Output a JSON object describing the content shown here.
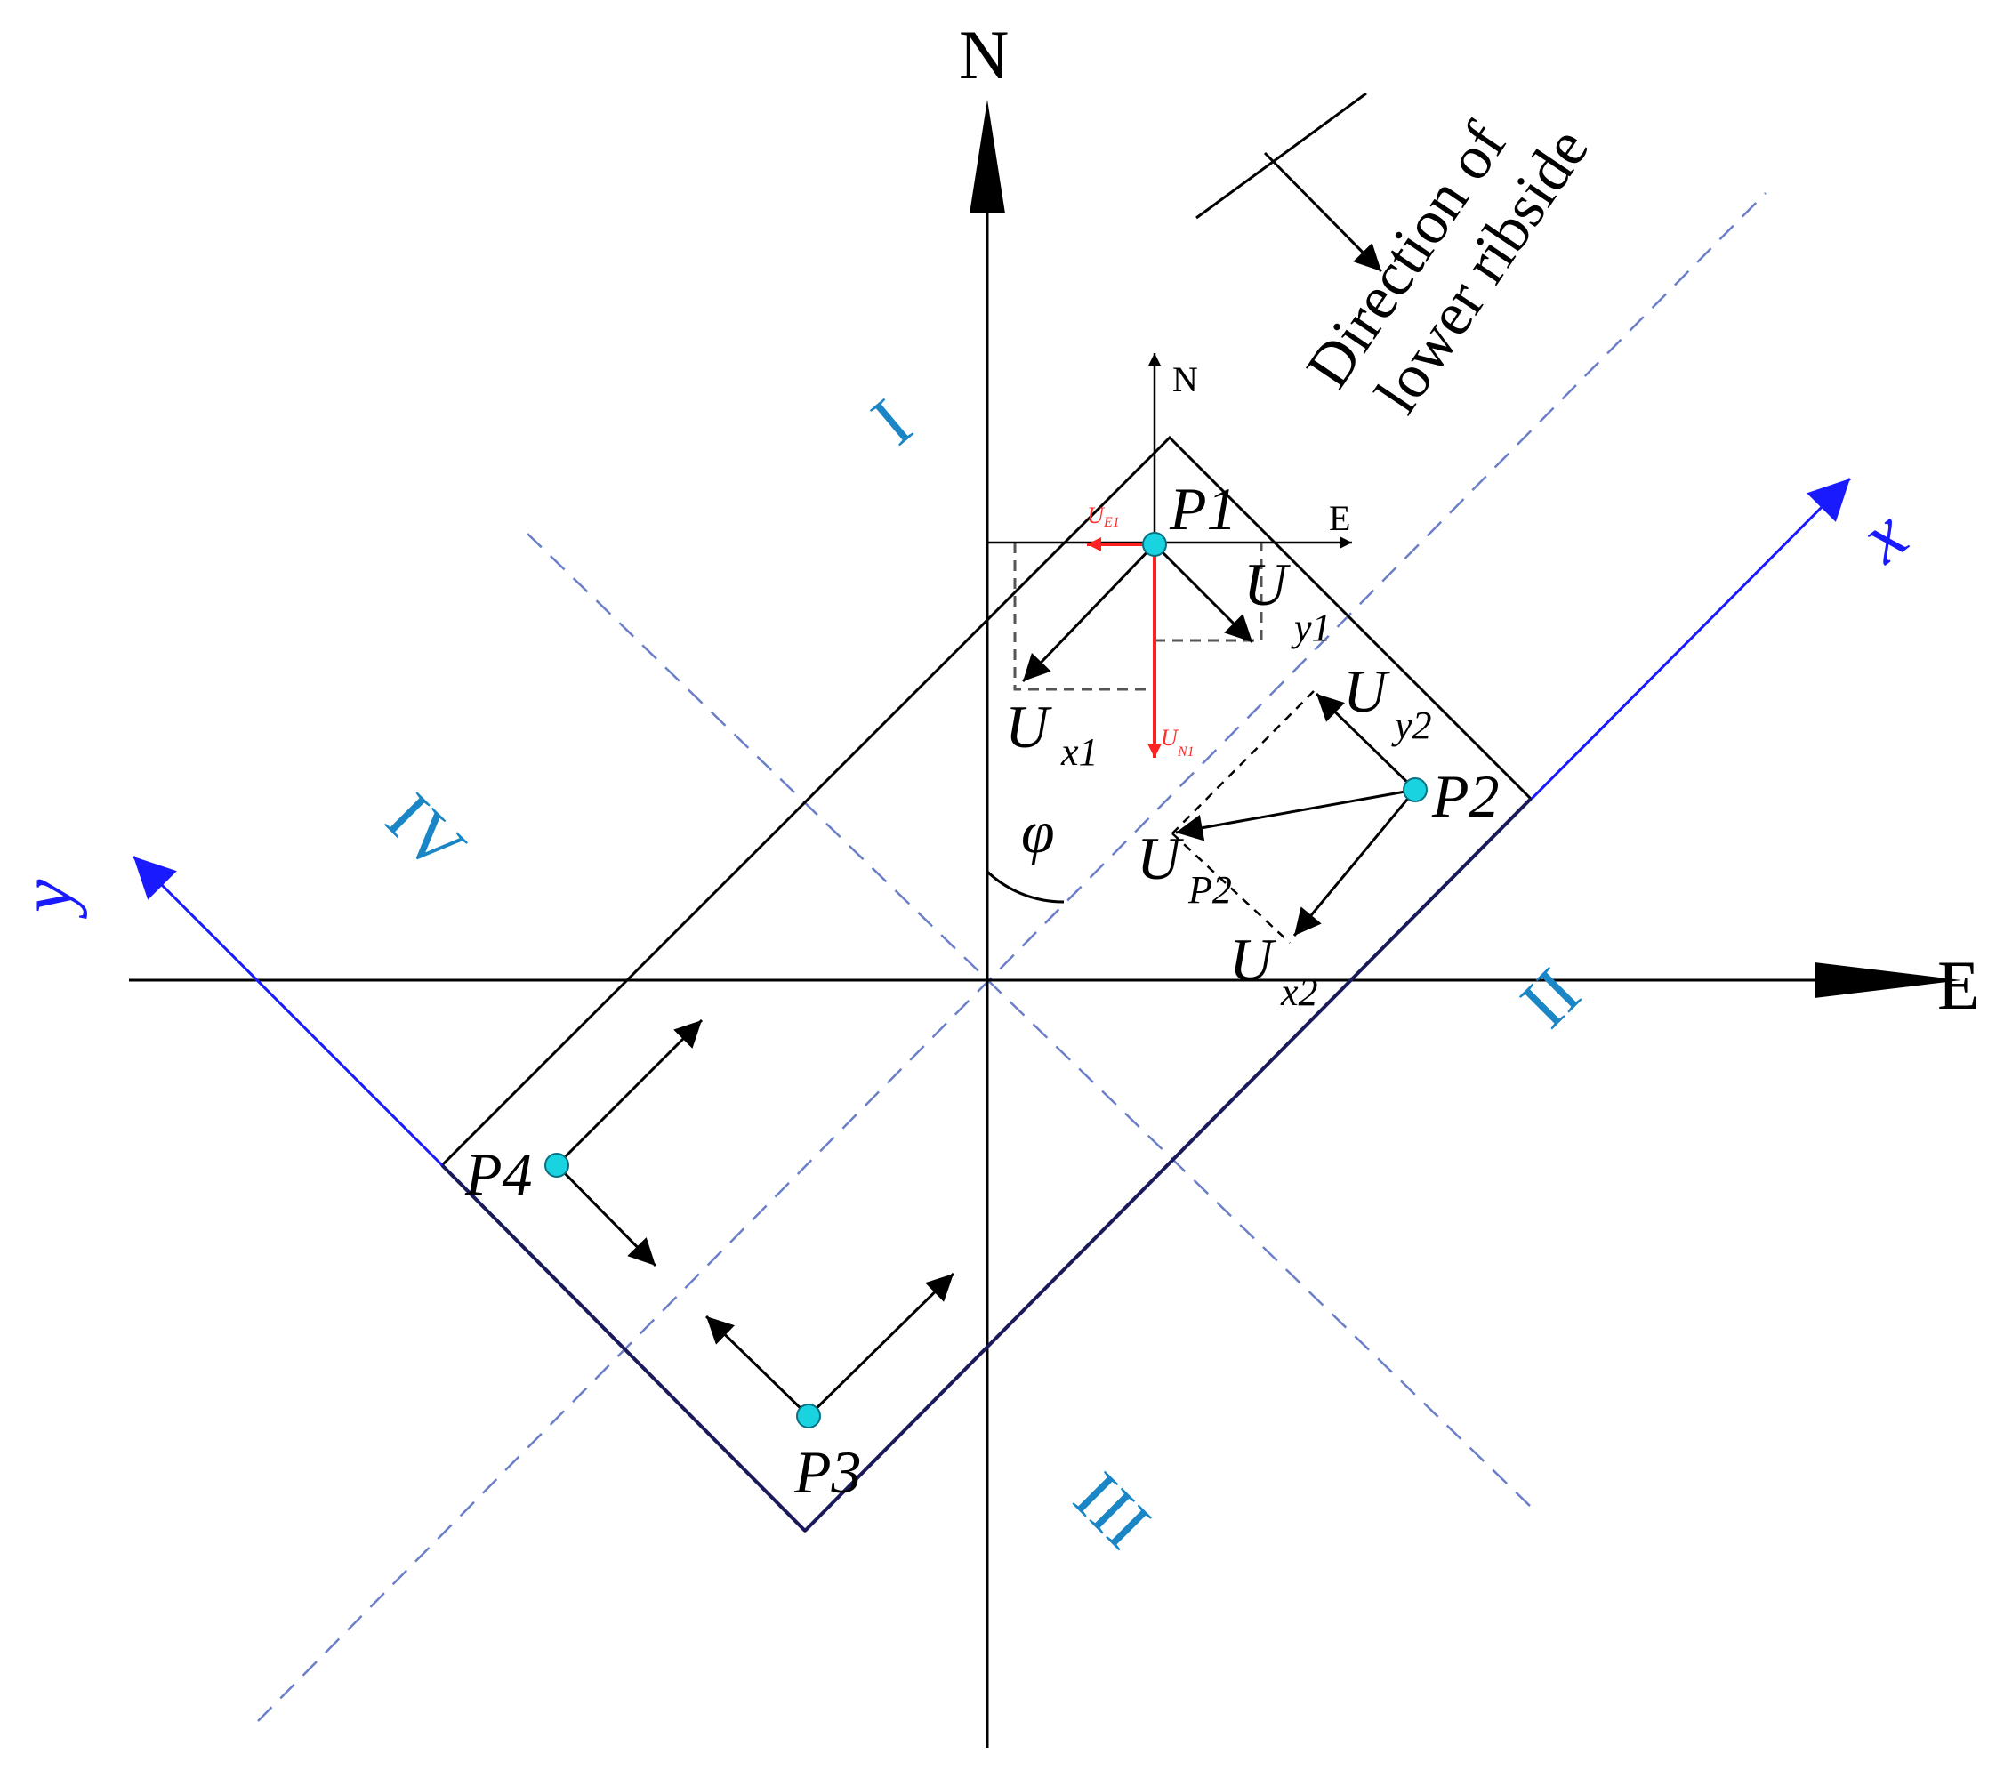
{
  "labels": {
    "north_main": "N",
    "east_main": "E",
    "north_local": "N",
    "east_local": "E",
    "x_axis": "x",
    "y_axis": "y",
    "phi": "φ",
    "direction_line1": "Direction of",
    "direction_line2": "lower ribside",
    "p1": "P1",
    "p2": "P2",
    "p3": "P3",
    "p4": "P4",
    "ue1_main": "U",
    "ue1_sub": "E1",
    "un1_main": "U",
    "un1_sub": "N1",
    "uy1_main": "U",
    "uy1_sub": "y1",
    "ux1_main": "U",
    "ux1_sub": "x1",
    "uy2_main": "U",
    "uy2_sub": "y2",
    "up2_main": "U",
    "up2_sub": "P2",
    "ux2_main": "U",
    "ux2_sub": "x2"
  },
  "quadrants": {
    "q1": "I",
    "q2": "II",
    "q3": "III",
    "q4": "IV"
  },
  "colors": {
    "axis": "#000000",
    "rotated_axis": "#1a1aff",
    "dashed_guide": "#6a7fc8",
    "roman": "#1a86c6",
    "point_fill": "#19d3e0",
    "red_vector": "#ff2020"
  }
}
